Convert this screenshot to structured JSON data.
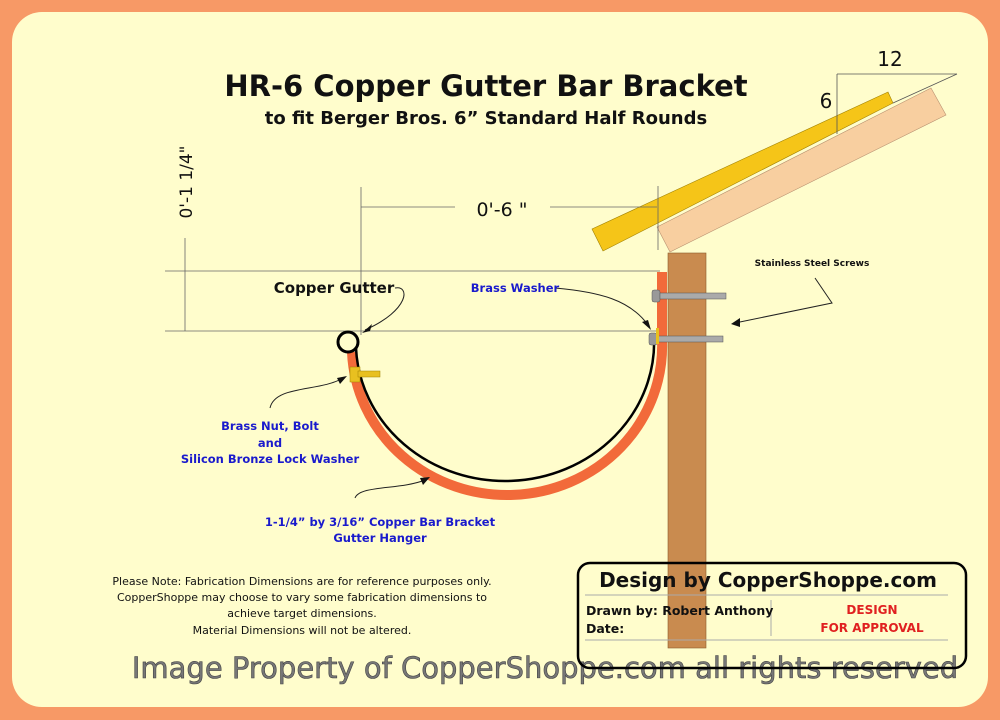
{
  "title": "HR-6 Copper Gutter Bar Bracket",
  "subtitle": "to fit Berger Bros. 6” Standard Half Rounds",
  "pitch": {
    "run": "12",
    "rise": "6"
  },
  "dimensions": {
    "width": "0'-6 \"",
    "height": "0'-1 1/4\""
  },
  "labels": {
    "copper_gutter": "Copper Gutter",
    "brass_washer": "Brass Washer",
    "stainless_screws": "Stainless Steel Screws",
    "nut_bolt_1": "Brass Nut, Bolt",
    "nut_bolt_2": "and",
    "nut_bolt_3": "Silicon Bronze Lock Washer",
    "bracket_1": "1-1/4” by 3/16” Copper Bar Bracket",
    "bracket_2": "Gutter Hanger"
  },
  "note": [
    "Please Note: Fabrication Dimensions are for reference purposes only.",
    "CopperShoppe may choose to vary some fabrication dimensions to",
    "achieve target dimensions.",
    "Material Dimensions will not be altered."
  ],
  "title_block": {
    "heading": "Design by CopperShoppe.com",
    "drawn_by": "Drawn by: Robert Anthony",
    "date": "Date:",
    "status_1": "DESIGN",
    "status_2": "FOR  APPROVAL"
  },
  "watermark": "Image Property of CopperShoppe.com all rights reserved",
  "colors": {
    "frame": "#F79966",
    "paper": "#FFFDCC",
    "copper_bracket": "#F26A3A",
    "roof_flashing": "#F5C518",
    "fascia": "#F8CFA0",
    "wood": "#C98B4F",
    "label_blue": "#1A1ACC",
    "status_red": "#E02020"
  }
}
